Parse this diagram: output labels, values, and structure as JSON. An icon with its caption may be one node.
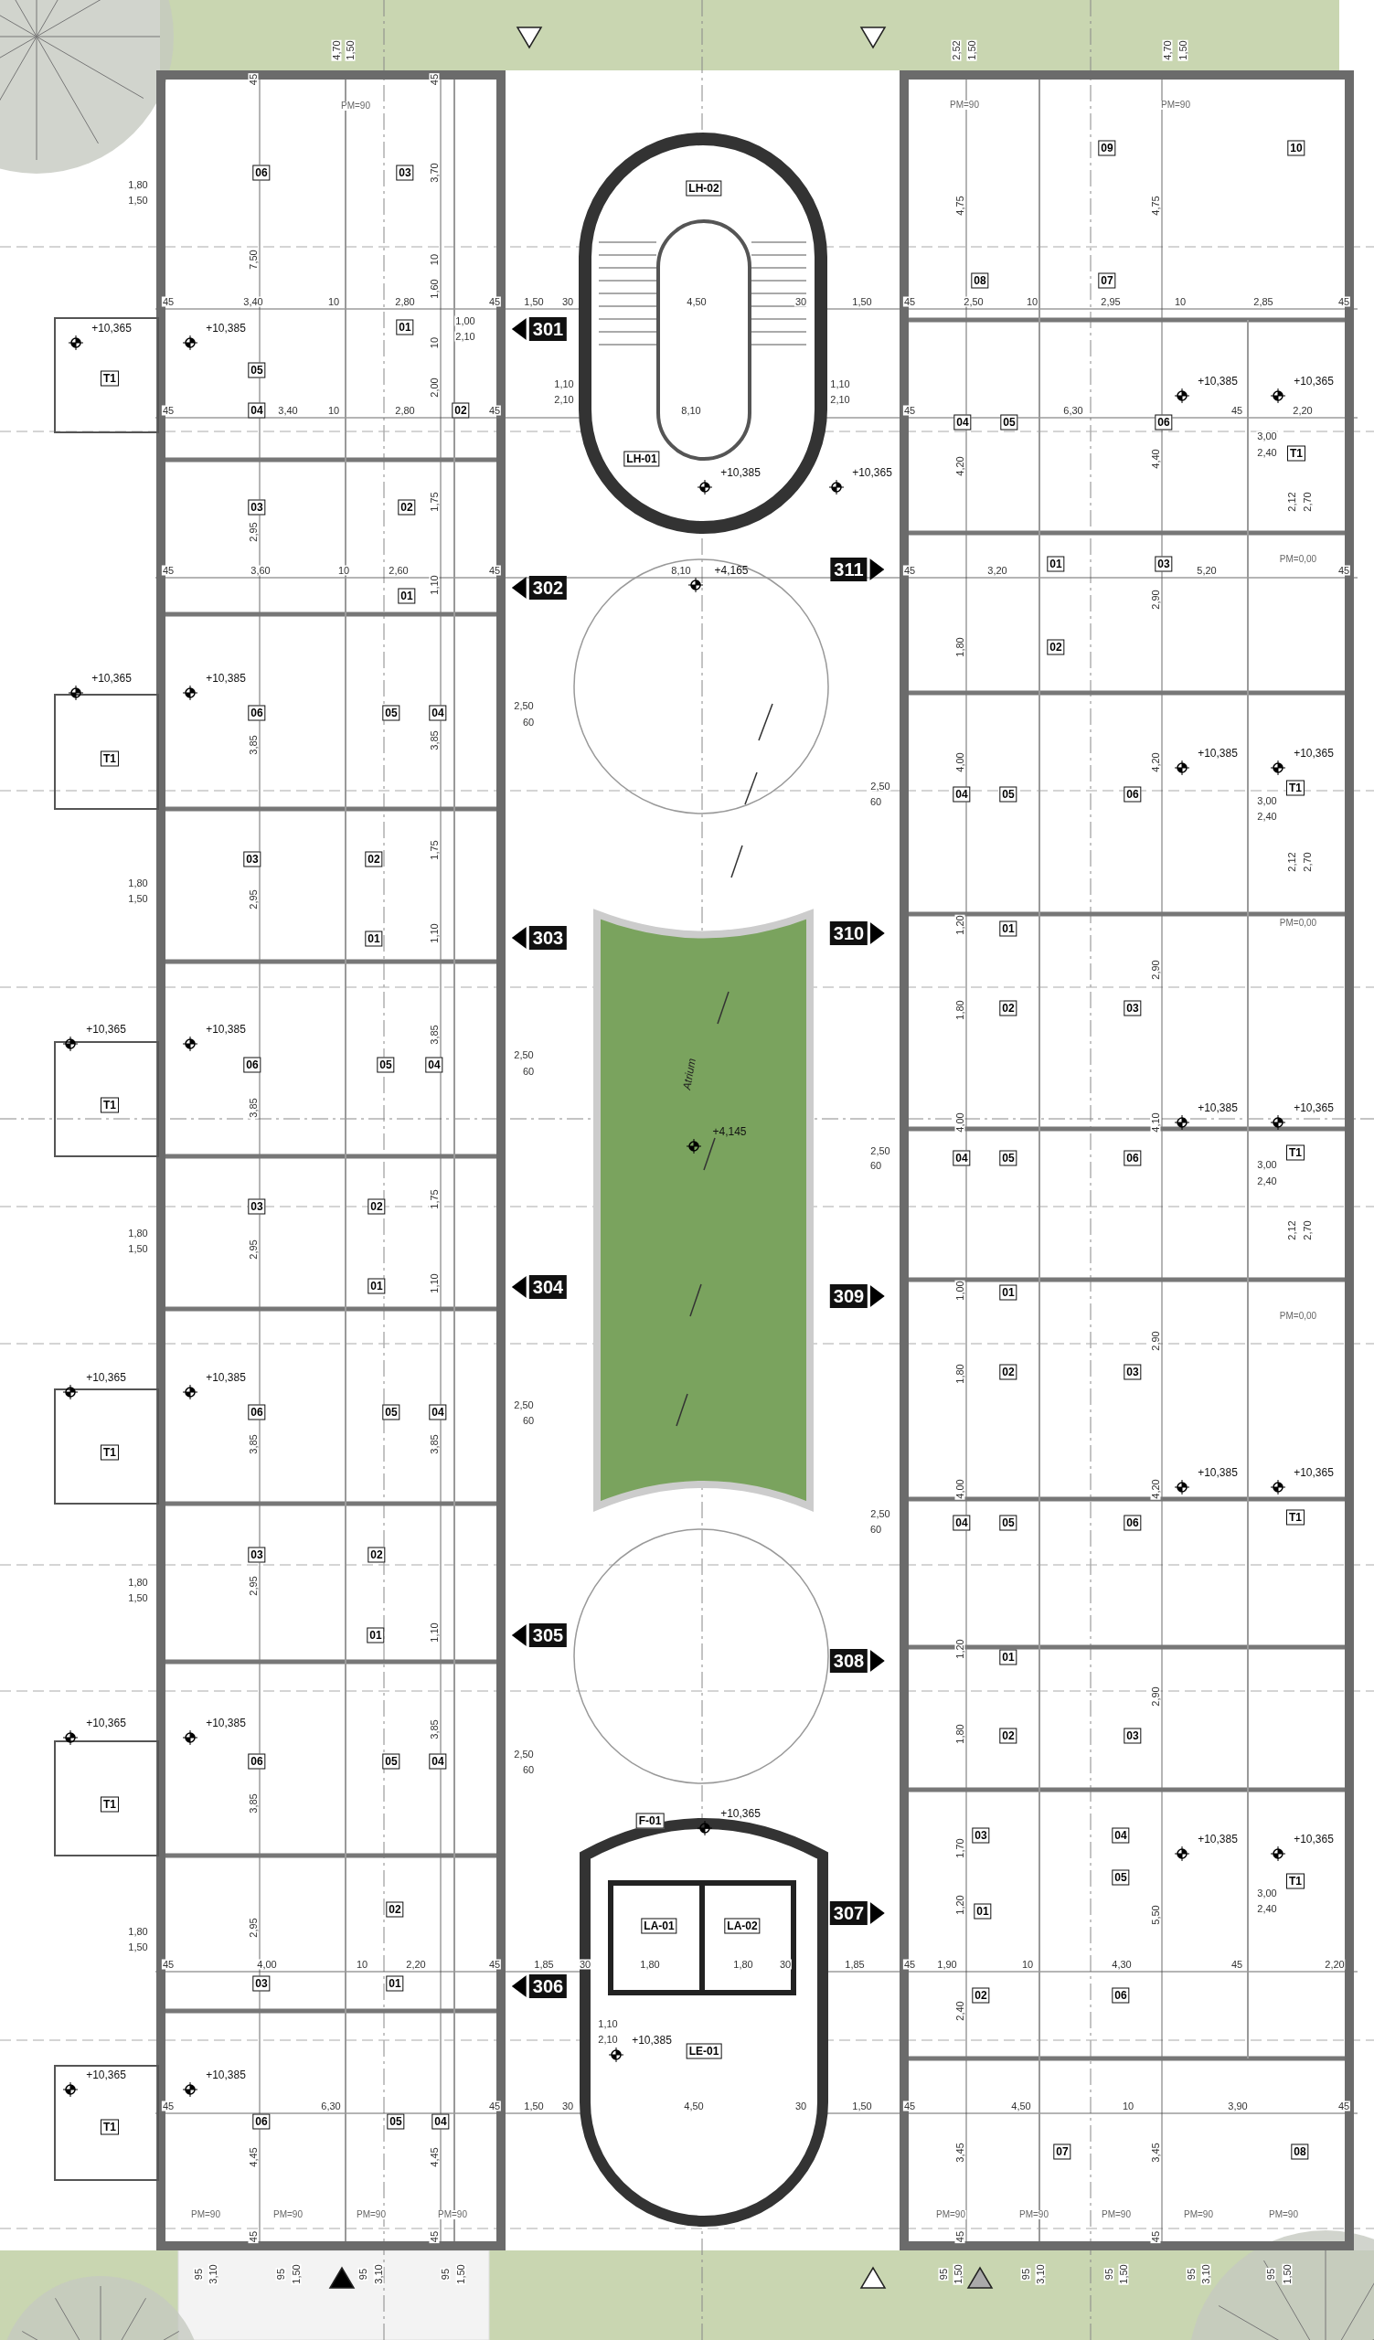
{
  "diagram": {
    "nodes": [
      {
        "text": [
          "06"
        ]
      },
      {
        "text": [
          "03"
        ]
      },
      {
        "text": [
          "01"
        ]
      },
      {
        "text": [
          "301"
        ]
      },
      {
        "text": [
          "05"
        ]
      },
      {
        "text": [
          "T1"
        ]
      },
      {
        "text": [
          "04"
        ]
      },
      {
        "text": [
          "02"
        ]
      },
      {
        "text": [
          "03"
        ]
      },
      {
        "text": [
          "02"
        ]
      },
      {
        "text": [
          "01"
        ]
      },
      {
        "text": [
          "302"
        ]
      },
      {
        "text": [
          "06"
        ]
      },
      {
        "text": [
          "05"
        ]
      },
      {
        "text": [
          "04"
        ]
      },
      {
        "text": [
          "T1"
        ]
      },
      {
        "text": [
          "03"
        ]
      },
      {
        "text": [
          "02"
        ]
      },
      {
        "text": [
          "01"
        ]
      },
      {
        "text": [
          "303"
        ]
      },
      {
        "text": [
          "06"
        ]
      },
      {
        "text": [
          "05"
        ]
      },
      {
        "text": [
          "04"
        ]
      },
      {
        "text": [
          "T1"
        ]
      },
      {
        "text": [
          "03"
        ]
      },
      {
        "text": [
          "02"
        ]
      },
      {
        "text": [
          "01"
        ]
      },
      {
        "text": [
          "304"
        ]
      },
      {
        "text": [
          "06"
        ]
      },
      {
        "text": [
          "05"
        ]
      },
      {
        "text": [
          "04"
        ]
      },
      {
        "text": [
          "T1"
        ]
      },
      {
        "text": [
          "03"
        ]
      },
      {
        "text": [
          "02"
        ]
      },
      {
        "text": [
          "01"
        ]
      },
      {
        "text": [
          "305"
        ]
      },
      {
        "text": [
          "06"
        ]
      },
      {
        "text": [
          "05"
        ]
      },
      {
        "text": [
          "04"
        ]
      },
      {
        "text": [
          "T1"
        ]
      },
      {
        "text": [
          "02"
        ]
      },
      {
        "text": [
          "03"
        ]
      },
      {
        "text": [
          "01"
        ]
      },
      {
        "text": [
          "306"
        ]
      },
      {
        "text": [
          "06"
        ]
      },
      {
        "text": [
          "05"
        ]
      },
      {
        "text": [
          "04"
        ]
      },
      {
        "text": [
          "T1"
        ]
      },
      {
        "text": [
          "LH-02"
        ]
      },
      {
        "text": [
          "LH-01"
        ]
      },
      {
        "text": [
          "F-01"
        ]
      },
      {
        "text": [
          "LA-01"
        ]
      },
      {
        "text": [
          "LA-02"
        ]
      },
      {
        "text": [
          "LE-01"
        ]
      },
      {
        "text": [
          "09"
        ]
      },
      {
        "text": [
          "10"
        ]
      },
      {
        "text": [
          "08"
        ]
      },
      {
        "text": [
          "07"
        ]
      },
      {
        "text": [
          "04"
        ]
      },
      {
        "text": [
          "05"
        ]
      },
      {
        "text": [
          "06"
        ]
      },
      {
        "text": [
          "T1"
        ]
      },
      {
        "text": [
          "01"
        ]
      },
      {
        "text": [
          "03"
        ]
      },
      {
        "text": [
          "311"
        ]
      },
      {
        "text": [
          "02"
        ]
      },
      {
        "text": [
          "04"
        ]
      },
      {
        "text": [
          "05"
        ]
      },
      {
        "text": [
          "06"
        ]
      },
      {
        "text": [
          "T1"
        ]
      },
      {
        "text": [
          "310"
        ]
      },
      {
        "text": [
          "01"
        ]
      },
      {
        "text": [
          "02"
        ]
      },
      {
        "text": [
          "03"
        ]
      },
      {
        "text": [
          "04"
        ]
      },
      {
        "text": [
          "05"
        ]
      },
      {
        "text": [
          "06"
        ]
      },
      {
        "text": [
          "T1"
        ]
      },
      {
        "text": [
          "309"
        ]
      },
      {
        "text": [
          "01"
        ]
      },
      {
        "text": [
          "02"
        ]
      },
      {
        "text": [
          "03"
        ]
      },
      {
        "text": [
          "04"
        ]
      },
      {
        "text": [
          "05"
        ]
      },
      {
        "text": [
          "06"
        ]
      },
      {
        "text": [
          "T1"
        ]
      },
      {
        "text": [
          "308"
        ]
      },
      {
        "text": [
          "01"
        ]
      },
      {
        "text": [
          "02"
        ]
      },
      {
        "text": [
          "03"
        ]
      },
      {
        "text": [
          "03"
        ]
      },
      {
        "text": [
          "04"
        ]
      },
      {
        "text": [
          "05"
        ]
      },
      {
        "text": [
          "T1"
        ]
      },
      {
        "text": [
          "307"
        ]
      },
      {
        "text": [
          "01"
        ]
      },
      {
        "text": [
          "02"
        ]
      },
      {
        "text": [
          "06"
        ]
      },
      {
        "text": [
          "07"
        ]
      },
      {
        "text": [
          "08"
        ]
      }
    ],
    "labels": [
      "4,70",
      "1,50",
      "2,52",
      "1,50",
      "4,70",
      "1,50",
      "45",
      "45",
      "PM=90",
      "PM=90",
      "PM=90",
      "3,70",
      "1,80",
      "1,50",
      "4,75",
      "4,75",
      "7,50",
      "10",
      "45",
      "3,40",
      "10",
      "2,80",
      "1,60",
      "45",
      "1,50",
      "30",
      "4,50",
      "30",
      "1,50",
      "45",
      "2,50",
      "10",
      "2,95",
      "10",
      "2,85",
      "45",
      "+10,365",
      "+10,385",
      "1,00",
      "2,10",
      "10",
      "2,00",
      "1,10",
      "1,10",
      "+10,385",
      "+10,365",
      "2,10",
      "2,10",
      "45",
      "3,40",
      "10",
      "2,80",
      "45",
      "8,10",
      "45",
      "6,30",
      "45",
      "2,20",
      "3,00",
      "+10,385",
      "+10,365",
      "4,20",
      "4,40",
      "2,40",
      "1,75",
      "2,12",
      "2,70",
      "2,95",
      "PM=0,00",
      "45",
      "3,60",
      "10",
      "2,60",
      "45",
      "8,10",
      "+4,165",
      "45",
      "3,20",
      "5,20",
      "45",
      "1,10",
      "2,90",
      "1,80",
      "+10,365",
      "+10,385",
      "2,50",
      "60",
      "3,85",
      "3,85",
      "+10,385",
      "+10,365",
      "4,00",
      "4,20",
      "2,50",
      "60",
      "3,00",
      "2,40",
      "1,75",
      "2,12",
      "2,70",
      "1,80",
      "1,50",
      "2,95",
      "PM=0,00",
      "1,20",
      "1,10",
      "2,90",
      "1,80",
      "+10,365",
      "+10,385",
      "3,85",
      "2,50",
      "60",
      "Atrium",
      "3,85",
      "+10,385",
      "+10,365",
      "4,00",
      "4,10",
      "+4,145",
      "2,50",
      "60",
      "3,00",
      "2,40",
      "1,75",
      "2,12",
      "2,70",
      "1,80",
      "1,50",
      "2,95",
      "1,10",
      "PM=0,00",
      "1,00",
      "2,90",
      "1,80",
      "+10,365",
      "+10,385",
      "2,50",
      "60",
      "3,85",
      "3,85",
      "+10,385",
      "+10,365",
      "4,00",
      "4,20",
      "2,50",
      "60",
      "1,80",
      "1,50",
      "2,95",
      "1,10",
      "1,20",
      "2,90",
      "+10,365",
      "+10,385",
      "3,85",
      "1,80",
      "2,50",
      "60",
      "3,85",
      "+10,365",
      "+10,385",
      "+10,365",
      "1,70",
      "3,00",
      "2,40",
      "1,20",
      "5,50",
      "2,95",
      "1,80",
      "1,50",
      "45",
      "4,00",
      "10",
      "2,20",
      "45",
      "1,85",
      "30",
      "1,80",
      "1,80",
      "30",
      "1,85",
      "45",
      "1,90",
      "10",
      "4,30",
      "45",
      "2,20",
      "2,40",
      "1,10",
      "2,10",
      "+10,385",
      "+10,365",
      "+10,385",
      "45",
      "6,30",
      "45",
      "1,50",
      "30",
      "4,50",
      "30",
      "1,50",
      "45",
      "4,50",
      "10",
      "3,90",
      "45",
      "4,45",
      "4,45",
      "3,45",
      "3,45",
      "PM=90",
      "PM=90",
      "PM=90",
      "PM=90",
      "PM=90",
      "PM=90",
      "PM=90",
      "PM=90",
      "PM=90",
      "45",
      "45",
      "45",
      "45",
      "95",
      "3,10",
      "95",
      "1,50",
      "95",
      "3,10",
      "95",
      "1,50",
      "95",
      "1,50",
      "95",
      "3,10",
      "95",
      "1,50",
      "95",
      "3,10",
      "95",
      "1,50"
    ]
  }
}
